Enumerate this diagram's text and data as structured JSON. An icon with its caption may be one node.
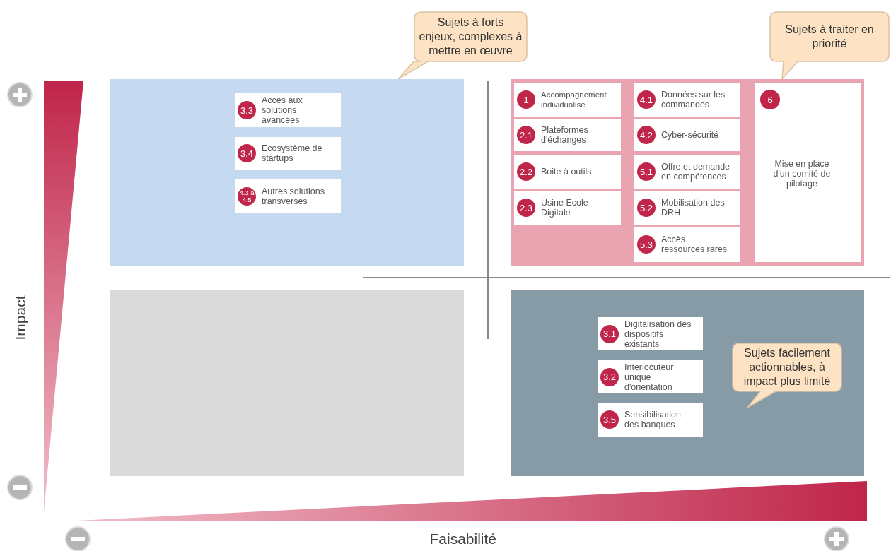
{
  "diagram": {
    "nodes": [
      {
        "text": [
          "Sujets à forts enjeux, complexes à mettre en œuvre"
        ]
      },
      {
        "text": [
          "Sujets à traiter en priorité"
        ]
      },
      {
        "text": [],
        "shape": "box"
      },
      {
        "text": [
          "3.3",
          "Accès aux solutions avancées"
        ],
        "in": 2
      },
      {
        "text": [
          "3.4",
          "Ecosystème de startups"
        ],
        "in": 2
      },
      {
        "text": [
          "4.3 à 4.5",
          "Autres solutions transverses"
        ],
        "in": 2
      },
      {
        "text": [],
        "shape": "box"
      },
      {
        "text": [
          "1",
          "Accompagnement individualisé"
        ],
        "in": 6
      },
      {
        "text": [
          "2.1",
          "Plateformes d'échanges"
        ],
        "in": 6
      },
      {
        "text": [
          "2.2",
          "Boite à outils"
        ],
        "in": 6
      },
      {
        "text": [
          "2.3",
          "Usine Ecole Digitale"
        ],
        "in": 6
      },
      {
        "text": [
          "4.1",
          "Données sur les commandes"
        ],
        "in": 6
      },
      {
        "text": [
          "4.2",
          "Cyber-sécurité"
        ],
        "in": 6
      },
      {
        "text": [
          "5.1",
          "Offre et demande en compétences"
        ],
        "in": 6
      },
      {
        "text": [
          "5.2",
          "Mobilisation des DRH"
        ],
        "in": 6
      },
      {
        "text": [
          "5.3",
          "Accès ressources rares"
        ],
        "in": 6
      },
      {
        "text": [
          "6",
          "Mise en place d'un comité de pilotage"
        ],
        "in": 6
      },
      {
        "text": [],
        "shape": "box"
      },
      {
        "text": [],
        "shape": "box"
      },
      {
        "text": [
          "3.1",
          "Digitalisation des dispositifs existants"
        ],
        "in": 18
      },
      {
        "text": [
          "3.2",
          "Interlocuteur unique d'orientation"
        ],
        "in": 18
      },
      {
        "text": [
          "3.5",
          "Sensibilisation des banques"
        ],
        "in": 18
      },
      {
        "text": [
          "Sujets facilement actionnables, à impact plus limité"
        ],
        "in": 18
      },
      {
        "text": [],
        "shape": "triangle"
      },
      {
        "text": [],
        "shape": "triangle"
      }
    ],
    "edges": [],
    "labels": [
      "Impact",
      "Faisabilité"
    ]
  }
}
